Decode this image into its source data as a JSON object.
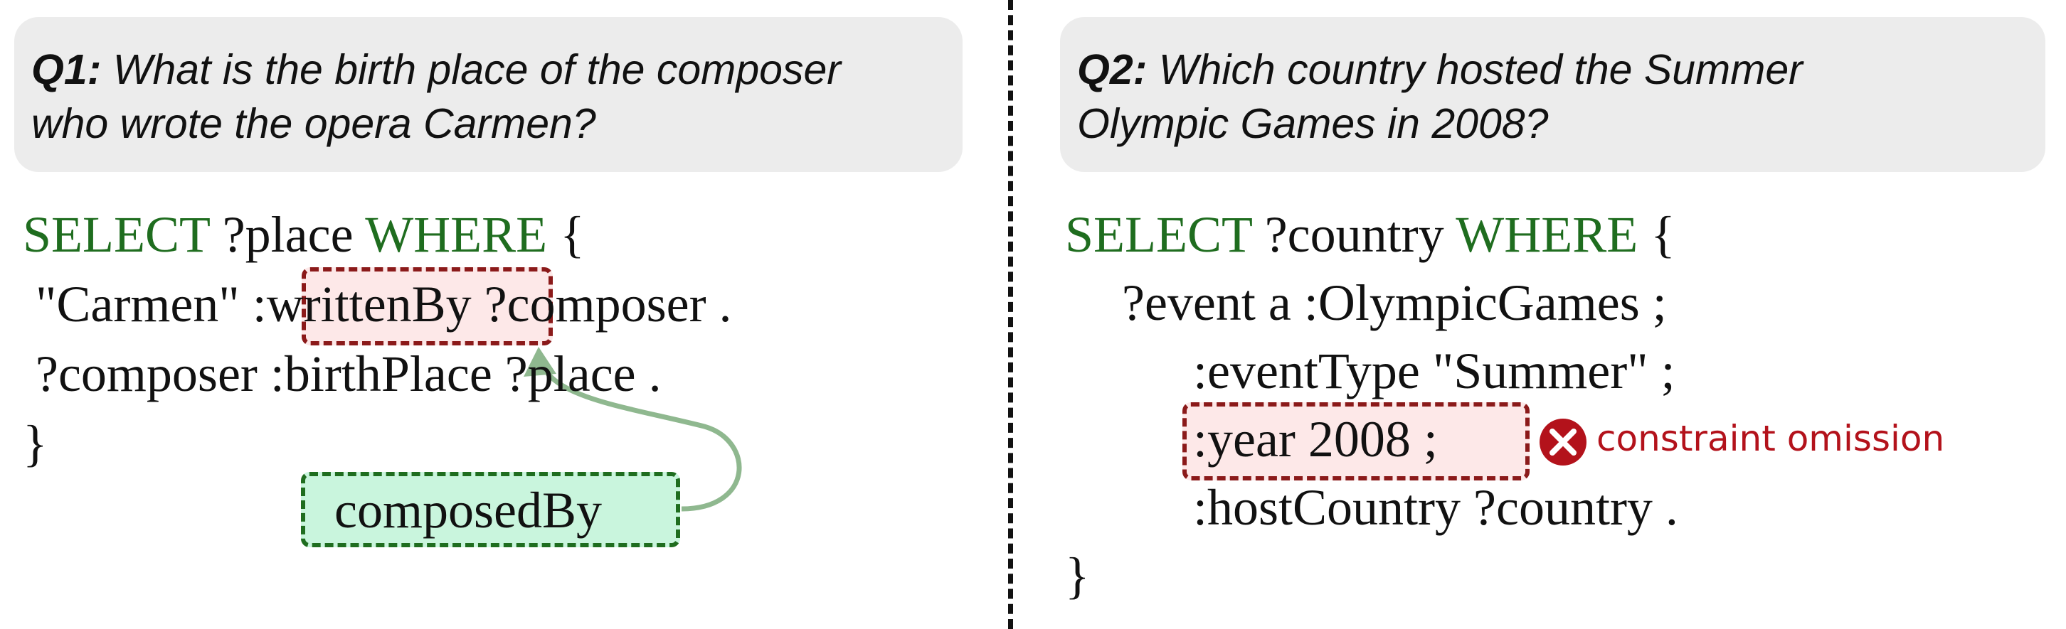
{
  "q1": {
    "label": "Q1:",
    "text_line1": " What is the birth place of the composer",
    "text_line2": "who wrote the opera Carmen?"
  },
  "q1_sparql": {
    "select_kw": "SELECT",
    "select_var": " ?place ",
    "where_kw": "WHERE",
    "open_brace": " {",
    "line2_pre": " \"Carmen\" :",
    "line2_post": " ?composer .",
    "line3": " ?composer :birthPlace ?place .",
    "close_brace": "}",
    "wrong_relation": "writtenBy",
    "correct_relation": "composedBy"
  },
  "q2": {
    "label": "Q2:",
    "text_line1": " Which country hosted the Summer",
    "text_line2": "Olympic Games in 2008?"
  },
  "q2_sparql": {
    "select_kw": "SELECT",
    "select_var": " ?country ",
    "where_kw": "WHERE",
    "open_brace": " {",
    "line2": "?event a :OlympicGames ;",
    "line3": ":eventType \"Summer\" ;",
    "omitted": ":year 2008 ;",
    "line5": ":hostCountry ?country .",
    "close_brace": "}"
  },
  "error": {
    "label": "constraint omission",
    "icon": "x-circle-icon",
    "color": "#b3121b"
  },
  "colors": {
    "keyword": "#1f6d1f",
    "wrong_box": "#8b1a1a",
    "correct_box": "#1f6d1f",
    "arrow": "#8fb88f"
  }
}
